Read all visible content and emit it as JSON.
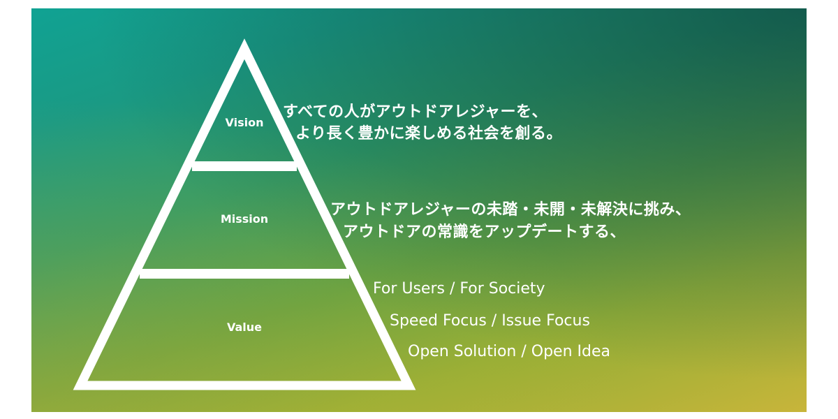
{
  "tiers": {
    "vision": {
      "label": "Vision",
      "line1": "すべての人がアウトドアレジャーを、",
      "line2": "より長く豊かに楽しめる社会を創る。"
    },
    "mission": {
      "label": "Mission",
      "line1": "アウトドアレジャーの未踏・未開・未解決に挑み、",
      "line2": "アウトドアの常識をアップデートする、"
    },
    "value": {
      "label": "Value",
      "items": [
        "For Users / For Society",
        "Speed Focus / Issue Focus",
        "Open Solution / Open Idea"
      ]
    }
  },
  "colors": {
    "gradient_top": "#10a293",
    "gradient_bottom": "#c8b53a",
    "outline": "#ffffff"
  }
}
